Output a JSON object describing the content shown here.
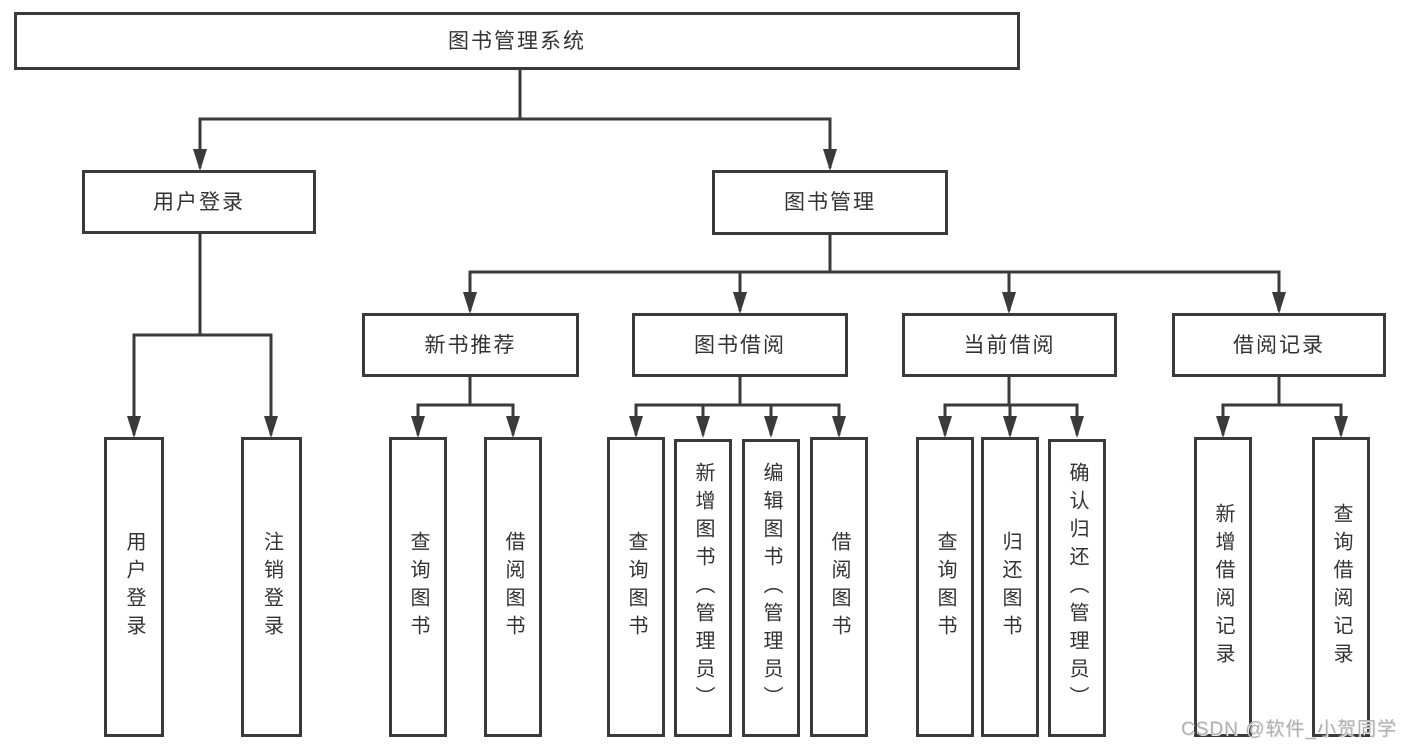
{
  "root": {
    "label": "图书管理系统"
  },
  "branches": [
    {
      "label": "用户登录",
      "children": [
        {
          "label": "用户登录"
        },
        {
          "label": "注销登录"
        }
      ]
    },
    {
      "label": "图书管理",
      "children": [
        {
          "label": "新书推荐",
          "children": [
            {
              "label": "查询图书"
            },
            {
              "label": "借阅图书"
            }
          ]
        },
        {
          "label": "图书借阅",
          "children": [
            {
              "label": "查询图书"
            },
            {
              "label": "新增图书（管理员）"
            },
            {
              "label": "编辑图书（管理员）"
            },
            {
              "label": "借阅图书"
            }
          ]
        },
        {
          "label": "当前借阅",
          "children": [
            {
              "label": "查询图书"
            },
            {
              "label": "归还图书"
            },
            {
              "label": "确认归还（管理员）"
            }
          ]
        },
        {
          "label": "借阅记录",
          "children": [
            {
              "label": "新增借阅记录"
            },
            {
              "label": "查询借阅记录"
            }
          ]
        }
      ]
    }
  ],
  "watermark": "CSDN @软件_小贺同学",
  "colors": {
    "line": "#3a3a3a",
    "text": "#333333",
    "watermark": "#b0b0b0",
    "background": "#ffffff"
  }
}
